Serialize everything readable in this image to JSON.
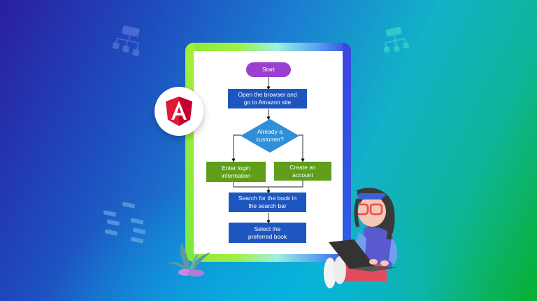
{
  "scene": {
    "description": "Promotional banner illustrating a flowchart built with Angular",
    "background_colors": [
      "#2a1ea0",
      "#1d4fc0",
      "#12b2c8",
      "#08b030"
    ],
    "logo": {
      "name": "angular-logo",
      "letter": "A",
      "color": "#dd1b35"
    }
  },
  "flowchart": {
    "nodes": [
      {
        "id": "start",
        "label": "Start",
        "shape": "rounded",
        "color": "#9b3fd0"
      },
      {
        "id": "open",
        "label_line1": "Open the browser and",
        "label_line2": "go to Amazon site",
        "shape": "rect",
        "color": "#1e56c0"
      },
      {
        "id": "decision",
        "label_line1": "Already a",
        "label_line2": "customer?",
        "shape": "diamond",
        "color": "#2f8fd8"
      },
      {
        "id": "login",
        "label_line1": "Enter login",
        "label_line2": "information",
        "shape": "rect",
        "color": "#5e9e18"
      },
      {
        "id": "create",
        "label_line1": "Create an",
        "label_line2": "account",
        "shape": "rect",
        "color": "#5e9e18"
      },
      {
        "id": "search",
        "label_line1": "Search for the book in",
        "label_line2": "the search bar",
        "shape": "rect",
        "color": "#1e56c0"
      },
      {
        "id": "select",
        "label_line1": "Select the",
        "label_line2": "preferred book",
        "shape": "rect",
        "color": "#1e56c0"
      }
    ]
  }
}
